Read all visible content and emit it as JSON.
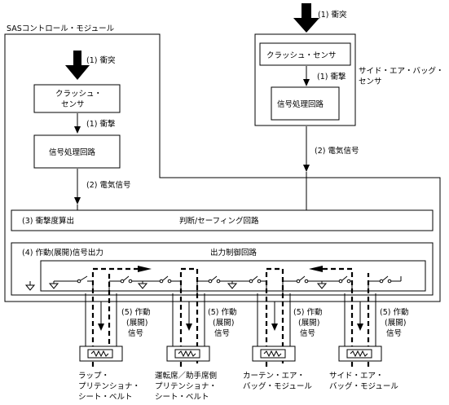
{
  "labels": {
    "sas_module": "SASコントロール・モジュール",
    "collision_top": "(1) 衝突",
    "collision_main": "(1) 衝突",
    "crash_sensor_side": "クラッシュ・センサ",
    "impact_side": "(1) 衝撃",
    "signal_proc_side": "信号処理回路",
    "side_module_line1": "サイド・エア・バッグ・",
    "side_module_line2": "センサ",
    "crash_sensor_main_line1": "クラッシュ・",
    "crash_sensor_main_line2": "センサ",
    "impact_main": "(1) 衝撃",
    "signal_proc_main": "信号処理回路",
    "elec_signal_main": "(2) 電気信号",
    "elec_signal_side": "(2) 電気信号",
    "impact_calc": "(3) 衝撃度算出",
    "judge_circuit": "判断/セーフィング回路",
    "deploy_signal_out": "(4) 作動(展開)信号出力",
    "output_control": "出力制御回路",
    "deploy_label_line1": "(5) 作動",
    "deploy_label_line2": "(展開)",
    "deploy_label_line3": "信号"
  },
  "outputs": [
    {
      "lines": [
        "ラップ・",
        "プリテンショナ・",
        "シート・ベルト"
      ]
    },
    {
      "lines": [
        "運転席／助手席側",
        "プリテンショナ・",
        "シート・ベルト"
      ]
    },
    {
      "lines": [
        "カーテン・エア・",
        "バッグ・モジュール"
      ]
    },
    {
      "lines": [
        "サイド・エア・",
        "バッグ・モジュール"
      ]
    }
  ]
}
